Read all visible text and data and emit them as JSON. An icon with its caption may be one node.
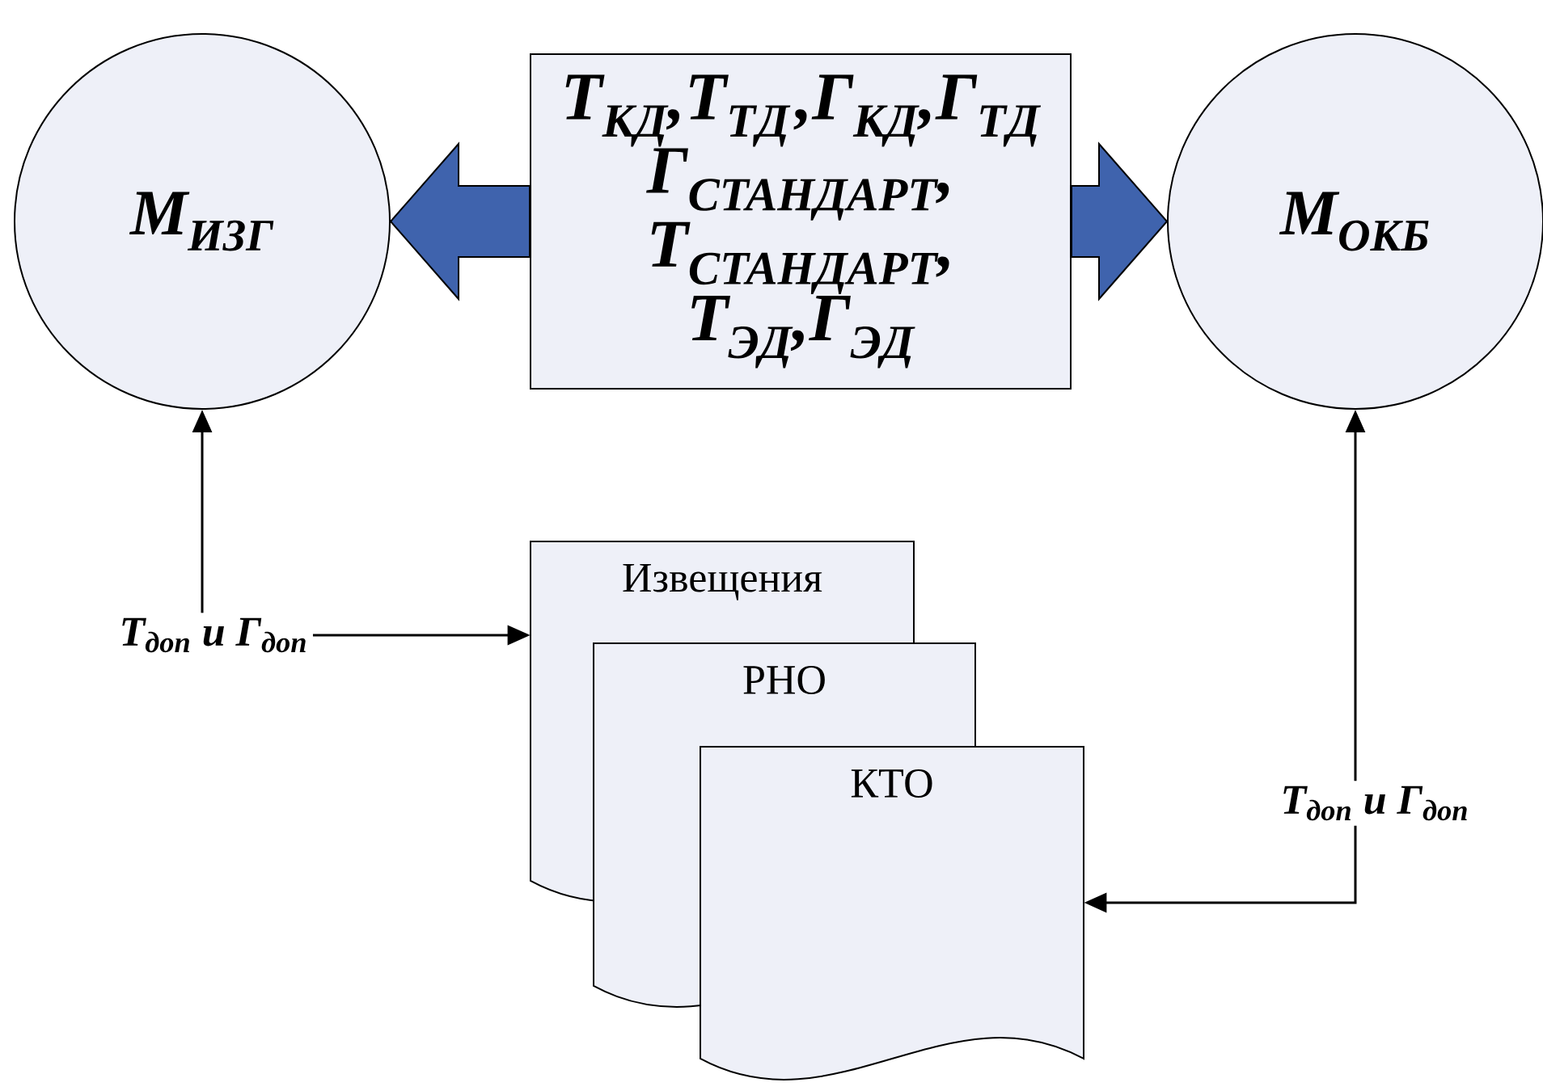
{
  "diagram": {
    "nodes": [
      {
        "text": [
          "M$_{ИЗГ}$"
        ]
      },
      {
        "text": [
          "Т$_{КД}$,Т$_{ТД}$ ,Г$_{КД}$,Г$_{ТД}$ Г$_{СТАНДАРТ}$, Т$_{СТАНДАРТ}$, Т$_{ЭД}$,Г$_{ЭД}$"
        ]
      },
      {
        "text": [
          "M$_{ОКБ}$"
        ]
      },
      {
        "text": [
          "Извещения"
        ]
      },
      {
        "text": [
          "РНО"
        ]
      },
      {
        "text": [
          "КТО"
        ]
      },
      {
        "text": [
          "Т$_{доп}$ и Г$_{доп}$"
        ]
      },
      {
        "text": [
          "Т$_{доп}$ и Г$_{доп}$"
        ]
      }
    ],
    "edges": [
      {
        "from": 1,
        "to": 0,
        "arrow": "to",
        "style": "thick",
        "color": "#3f63ad"
      },
      {
        "from": 1,
        "to": 2,
        "arrow": "to",
        "style": "thick",
        "color": "#3f63ad"
      },
      {
        "from": 6,
        "to": 0,
        "arrow": "to"
      },
      {
        "from": 6,
        "to": 3,
        "arrow": "to"
      },
      {
        "from": 7,
        "to": 2,
        "arrow": "to"
      },
      {
        "from": 7,
        "to": 5,
        "arrow": "to"
      }
    ]
  }
}
